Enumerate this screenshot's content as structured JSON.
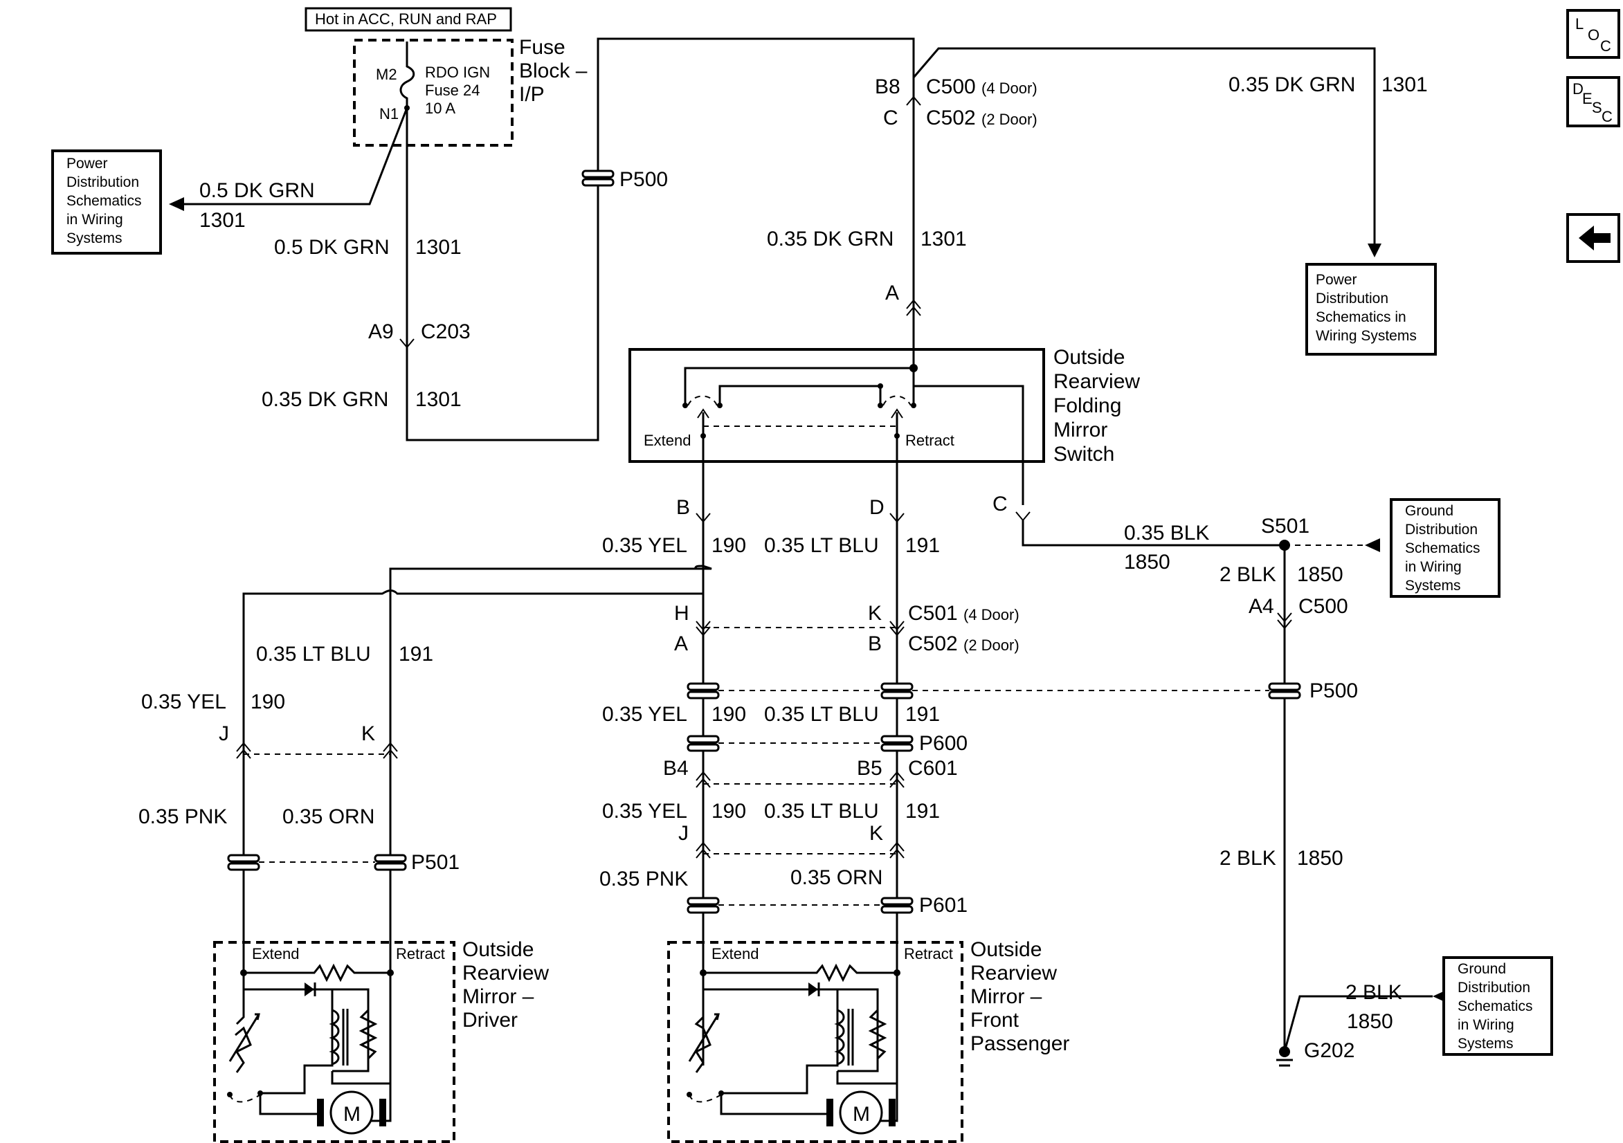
{
  "nav": {
    "loc": [
      "L",
      "O",
      "C"
    ],
    "desc": [
      "D",
      "E",
      "S",
      "C"
    ],
    "back_icon": "left-arrow-icon"
  },
  "fuse": {
    "hot_label": "Hot in ACC, RUN and RAP",
    "pin_top": "M2",
    "pin_bottom": "N1",
    "name": [
      "RDO IGN",
      "Fuse 24",
      "10 A"
    ],
    "block": [
      "Fuse",
      "Block –",
      "I/P"
    ]
  },
  "ref_boxes": {
    "power_left": [
      "Power",
      "Distribution",
      "Schematics",
      "in Wiring",
      "Systems"
    ],
    "power_right": [
      "Power",
      "Distribution",
      "Schematics in",
      "Wiring Systems"
    ],
    "ground_right": [
      "Ground",
      "Distribution",
      "Schematics",
      "in Wiring",
      "Systems"
    ],
    "ground_bottom": [
      "Ground",
      "Distribution",
      "Schematics",
      "in Wiring",
      "Systems"
    ]
  },
  "wires": {
    "w_05_dkgrn": "0.5 DK GRN",
    "w_035_dkgrn": "0.35 DK GRN",
    "w_035_yel": "0.35 YEL",
    "w_035_ltblu": "0.35 LT BLU",
    "w_035_pnk": "0.35 PNK",
    "w_035_orn": "0.35 ORN",
    "w_035_blk": "0.35 BLK",
    "w_2_blk": "2 BLK",
    "c1301": "1301",
    "c190": "190",
    "c191": "191",
    "c1850": "1850"
  },
  "connectors": {
    "b8": "B8",
    "c": "C",
    "a": "A",
    "a9": "A9",
    "b": "B",
    "d": "D",
    "h": "H",
    "k": "K",
    "j": "J",
    "b4": "B4",
    "b5": "B5",
    "a4": "A4",
    "c500": "C500",
    "c502": "C502",
    "c501": "C501",
    "c203": "C203",
    "c601": "C601",
    "four_door": "(4 Door)",
    "two_door": "(2 Door)",
    "p500": "P500",
    "p501": "P501",
    "p600": "P600",
    "p601": "P601",
    "s501": "S501",
    "g202": "G202"
  },
  "components": {
    "switch": [
      "Outside",
      "Rearview",
      "Folding",
      "Mirror",
      "Switch"
    ],
    "extend": "Extend",
    "retract": "Retract",
    "driver": [
      "Outside",
      "Rearview",
      "Mirror –",
      "Driver"
    ],
    "passenger": [
      "Outside",
      "Rearview",
      "Mirror –",
      "Front",
      "Passenger"
    ],
    "motor": "M"
  }
}
